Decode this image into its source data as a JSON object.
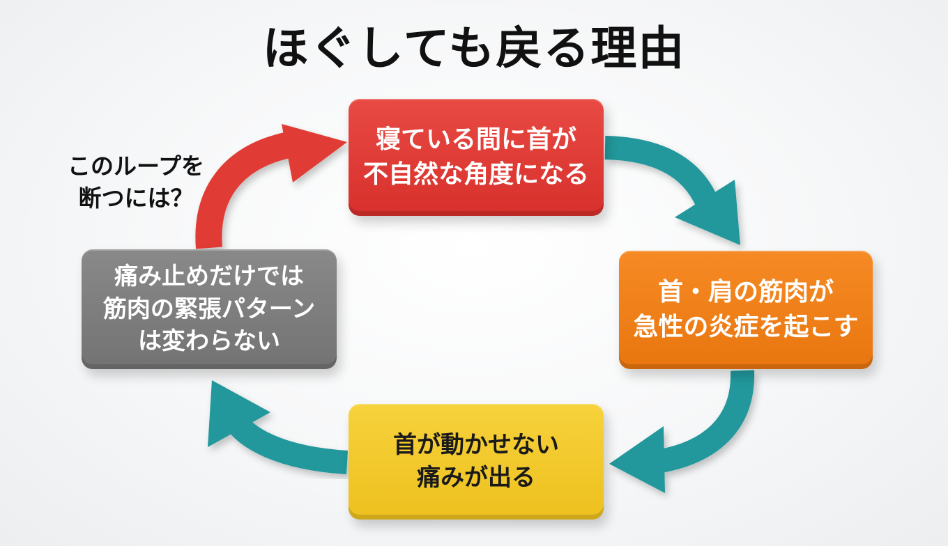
{
  "title": "ほぐしても戻る理由",
  "cycle": {
    "nodes": [
      {
        "id": "top",
        "text": "寝ている間に首が\n不自然な角度になる",
        "color": "#d8302c"
      },
      {
        "id": "right",
        "text": "首・肩の筋肉が\n急性の炎症を起こす",
        "color": "#e9760f"
      },
      {
        "id": "bottom",
        "text": "首が動かせない\n痛みが出る",
        "color": "#edc01e"
      },
      {
        "id": "left",
        "text": "痛み止めだけでは\n筋肉の緊張パターン\nは変わらない",
        "color": "#737373"
      }
    ],
    "arrow_colors": {
      "cycle": "#23989c",
      "break_loop": "#e13a35"
    }
  },
  "question": "このループを\n断つには？"
}
